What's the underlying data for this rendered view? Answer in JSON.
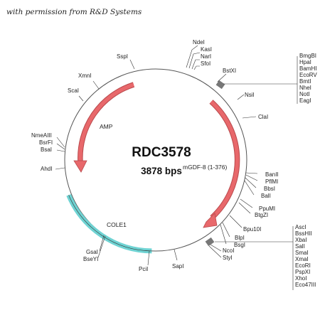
{
  "credit": "with permission from R&D Systems",
  "plasmid": {
    "name": "RDC3578",
    "size": "3878 bps"
  },
  "features": {
    "amp": "AMP",
    "cole1": "COLE1",
    "insert": "mGDF-8 (1-376)"
  },
  "sites": {
    "ndei": "NdeI",
    "kasi": "KasI",
    "nari": "NarI",
    "sfoi": "SfoI",
    "sspi": "SspI",
    "xmni": "XmnI",
    "scai": "ScaI",
    "bstxi": "BstXI",
    "nsii": "NsiI",
    "clai": "ClaI",
    "nmeaiii": "NmeAIII",
    "bsrfi": "BsrFI",
    "bsai": "BsaI",
    "ahdi": "AhdI",
    "banii": "BanII",
    "pflmi": "PflMI",
    "bbsi": "BbsI",
    "bali": "BalI",
    "ppumi": "PpuMI",
    "btgzi": "BtgZI",
    "bpu10i": "Bpu10I",
    "blpi": "BlpI",
    "bsgi": "BsgI",
    "ncoi": "NcoI",
    "styi": "StyI",
    "gsai": "GsaI",
    "bseyi": "BseYI",
    "pcii": "PciI",
    "sapi": "SapI"
  },
  "mcs_top": [
    "BmgBI",
    "HpaI",
    "BamHI",
    "EcoRV",
    "BmtI",
    "NheI",
    "NotI",
    "EagI"
  ],
  "mcs_bottom": [
    "AscI",
    "BssHII",
    "XbaI",
    "SalI",
    "SmaI",
    "XmaI",
    "EcoRI",
    "PspXI",
    "XhoI",
    "Eco47III"
  ],
  "colors": {
    "feature_red": "#e8686b",
    "feature_red_edge": "#b94a4d",
    "feature_cyan": "#6fd3d3",
    "backbone": "#555555"
  }
}
